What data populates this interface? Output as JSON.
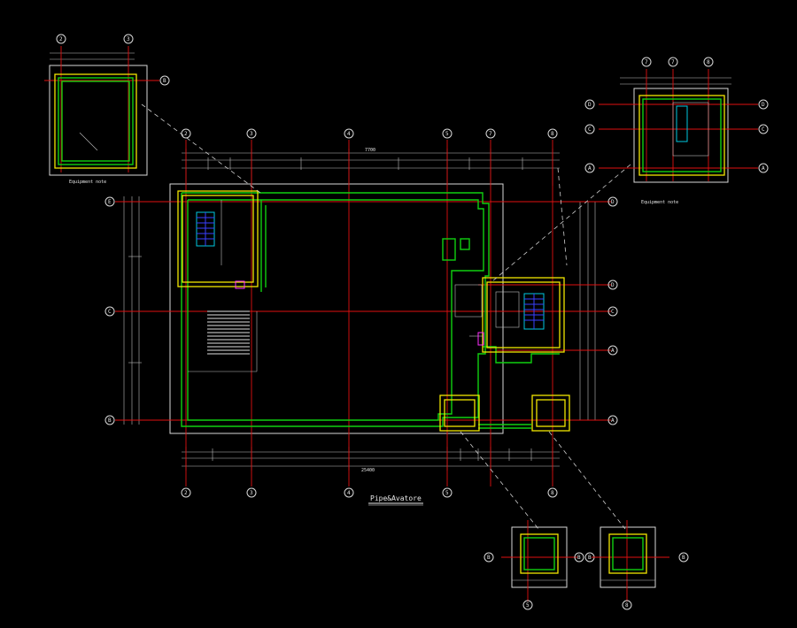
{
  "colors": {
    "background": "#000000",
    "wall_green": "#10d010",
    "structure_yellow": "#f2e600",
    "axis_red": "#e01010",
    "dimension_white": "#d8d8d8",
    "stair_cyan": "#00c8e0",
    "stair_blue": "#3a40ff"
  },
  "drawing": {
    "title": "Pipe&Avatore",
    "total_dimension_top": "7700",
    "total_dimension_bottom": "25400"
  },
  "axes": {
    "top_bottom": [
      "2",
      "3",
      "4",
      "5",
      "7",
      "8"
    ],
    "left": [
      "E",
      "C",
      "B"
    ],
    "right": [
      "D",
      "C",
      "A"
    ]
  },
  "details": {
    "top_left": {
      "axes": [
        "2",
        "3",
        "B"
      ],
      "note": "Equipment note"
    },
    "top_right": {
      "axes": [
        "7",
        "7",
        "8",
        "D",
        "C",
        "A"
      ],
      "note": "Equipment note"
    },
    "bottom_center": {
      "axes": [
        "5",
        "B",
        "B"
      ]
    },
    "bottom_right": {
      "axes": [
        "8",
        "B",
        "B"
      ]
    }
  }
}
